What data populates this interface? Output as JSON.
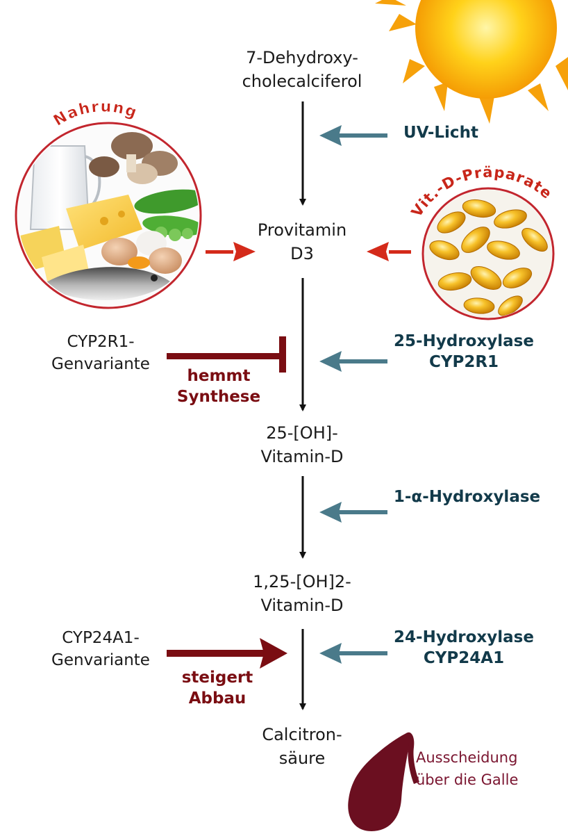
{
  "nodes": {
    "dehydro": [
      "7-Dehydroxy-",
      "cholecalciferol"
    ],
    "provitamin": [
      "Provitamin",
      "D3"
    ],
    "oh25": [
      "25-[OH]-",
      "Vitamin-D"
    ],
    "oh125": [
      "1,25-[OH]2-",
      "Vitamin-D"
    ],
    "calcitron": [
      "Calcitron-",
      "säure"
    ]
  },
  "enzymes": {
    "uv": "UV-Licht",
    "hydroxylase25": [
      "25-Hydroxylase",
      "CYP2R1"
    ],
    "alpha": "1-α-Hydroxylase",
    "hydroxylase24": [
      "24-Hydroxylase",
      "CYP24A1"
    ]
  },
  "genes": {
    "cyp2r1": [
      "CYP2R1-",
      "Genvariante"
    ],
    "cyp24a1": [
      "CYP24A1-",
      "Genvariante"
    ]
  },
  "effects": {
    "hemmt": [
      "hemmt",
      "Synthese"
    ],
    "steigert": [
      "steigert",
      "Abbau"
    ]
  },
  "sources": {
    "food": "Nahrung",
    "supplement": "Vit.-D-Präparate"
  },
  "excretion": [
    "Ausscheidung",
    "über die Galle"
  ],
  "colors": {
    "main_arrow": "#111111",
    "enzyme_arrow": "#4a7a8a",
    "enzyme_text": "#123a4a",
    "source_arrow": "#d42a1a",
    "source_label": "#c8261a",
    "gene_effect": "#7a0d12",
    "gallbladder": "#6b0f20"
  }
}
